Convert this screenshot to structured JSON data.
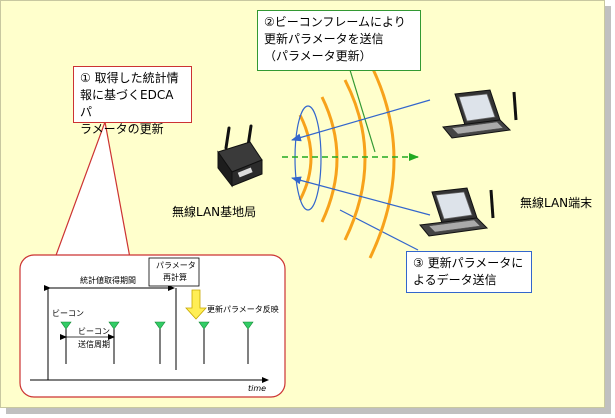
{
  "callouts": {
    "step1": "① 取得した統計情\n報に基づくEDCAパ\nラメータの更新",
    "step2": "②ビーコンフレームにより\n更新パラメータを送信\n（パラメータ更新）",
    "step3": "③ 更新パラメータに\nよるデータ送信"
  },
  "labels": {
    "access_point": "無線LAN基地局",
    "terminal": "無線LAN端末"
  },
  "timing": {
    "stats_period": "統計値取得期間",
    "recalc_line1": "パラメータ",
    "recalc_line2": "再計算",
    "param_apply": "更新パラメータ反映",
    "beacon": "ビーコン",
    "interval_line1": "ビーコン",
    "interval_line2": "送信周期",
    "time": "time"
  },
  "colors": {
    "panel_bg": "#ffffcc",
    "step1_border": "#cc3333",
    "step2_border": "#339933",
    "step3_border": "#3366cc",
    "wave": "#f7a21b",
    "dashed_arrow": "#33aa33",
    "beacon_marker": "#33cc66",
    "highlight_arrow": "#ffee55"
  }
}
